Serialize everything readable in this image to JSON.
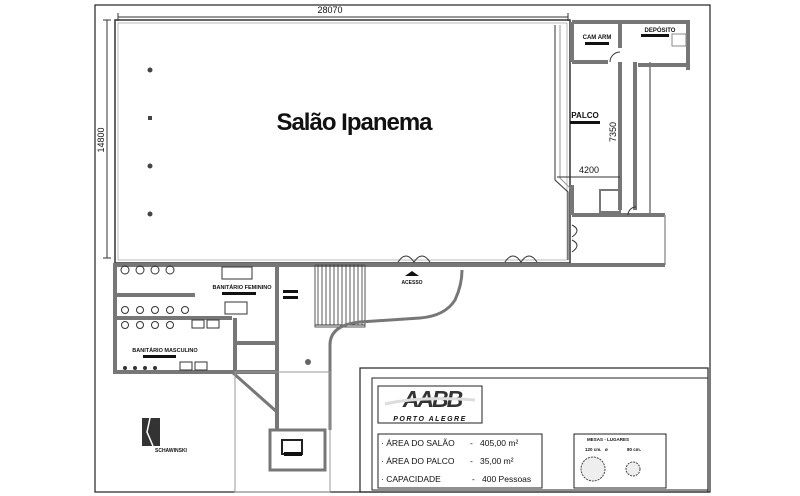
{
  "title": "Salão Ipanema",
  "dimensions": {
    "width": "28070",
    "height": "14800",
    "stage_depth": "7350",
    "stage_width": "4200"
  },
  "rooms": {
    "stage": "PALCO",
    "storage_room": "CAM ARM",
    "deposit": "DEPÓSITO",
    "female_restroom": "BANITÁRIO FEMININO",
    "male_restroom": "BANITÁRIO MASCULINO",
    "entrance": "ACESSO"
  },
  "logo": {
    "brand": "AABB",
    "subtitle": "PORTO ALEGRE",
    "architect": "SCHAWINSKI"
  },
  "info": [
    {
      "label": "· ÁREA DO SALÃO",
      "sep": "-",
      "value": "405,00 m²"
    },
    {
      "label": "· ÁREA DO PALCO",
      "sep": "-",
      "value": "35,00 m²"
    },
    {
      "label": "· CAPACIDADE",
      "sep": "-",
      "value": "400 Pessoas"
    }
  ],
  "legend": {
    "title": "MESAS - LUGARES",
    "size_large": "120 cm.",
    "symbol": "ø",
    "size_small": "80 cm."
  }
}
